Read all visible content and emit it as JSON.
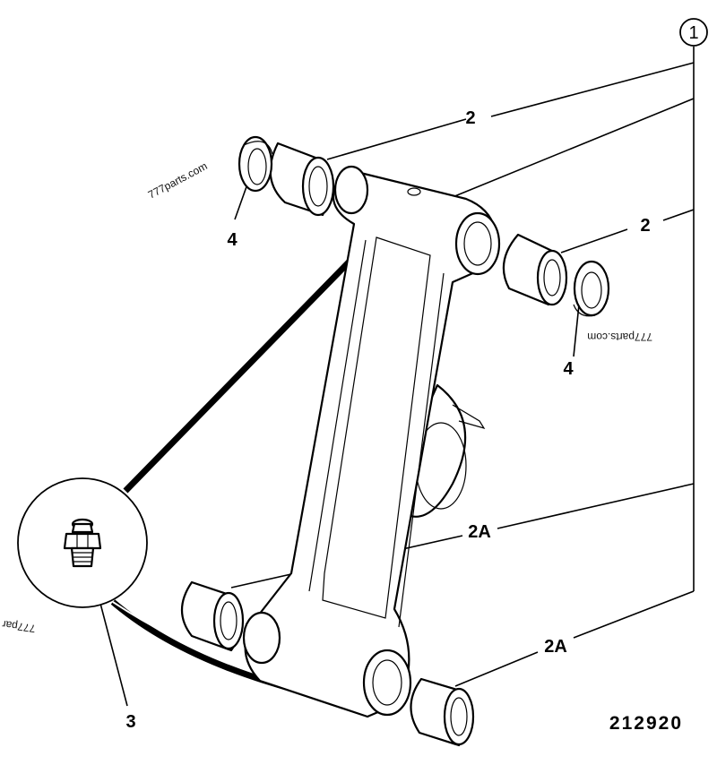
{
  "callouts": {
    "item1": "1",
    "item2_top": "2",
    "item2_right": "2",
    "item2a_middle": "2A",
    "item2a_bottom": "2A",
    "item3": "3",
    "item4_left": "4",
    "item4_right": "4"
  },
  "figure_number": "212920",
  "watermarks": {
    "top_left": "777parts.com",
    "right_mirrored": "777parts.com",
    "left_edge_mirrored": "777par"
  },
  "icons": [
    "grease-nipple-icon",
    "bushing-icon",
    "seal-ring-icon",
    "link-arm-icon"
  ],
  "colors": {
    "ink": "#000000",
    "paper": "#ffffff"
  }
}
